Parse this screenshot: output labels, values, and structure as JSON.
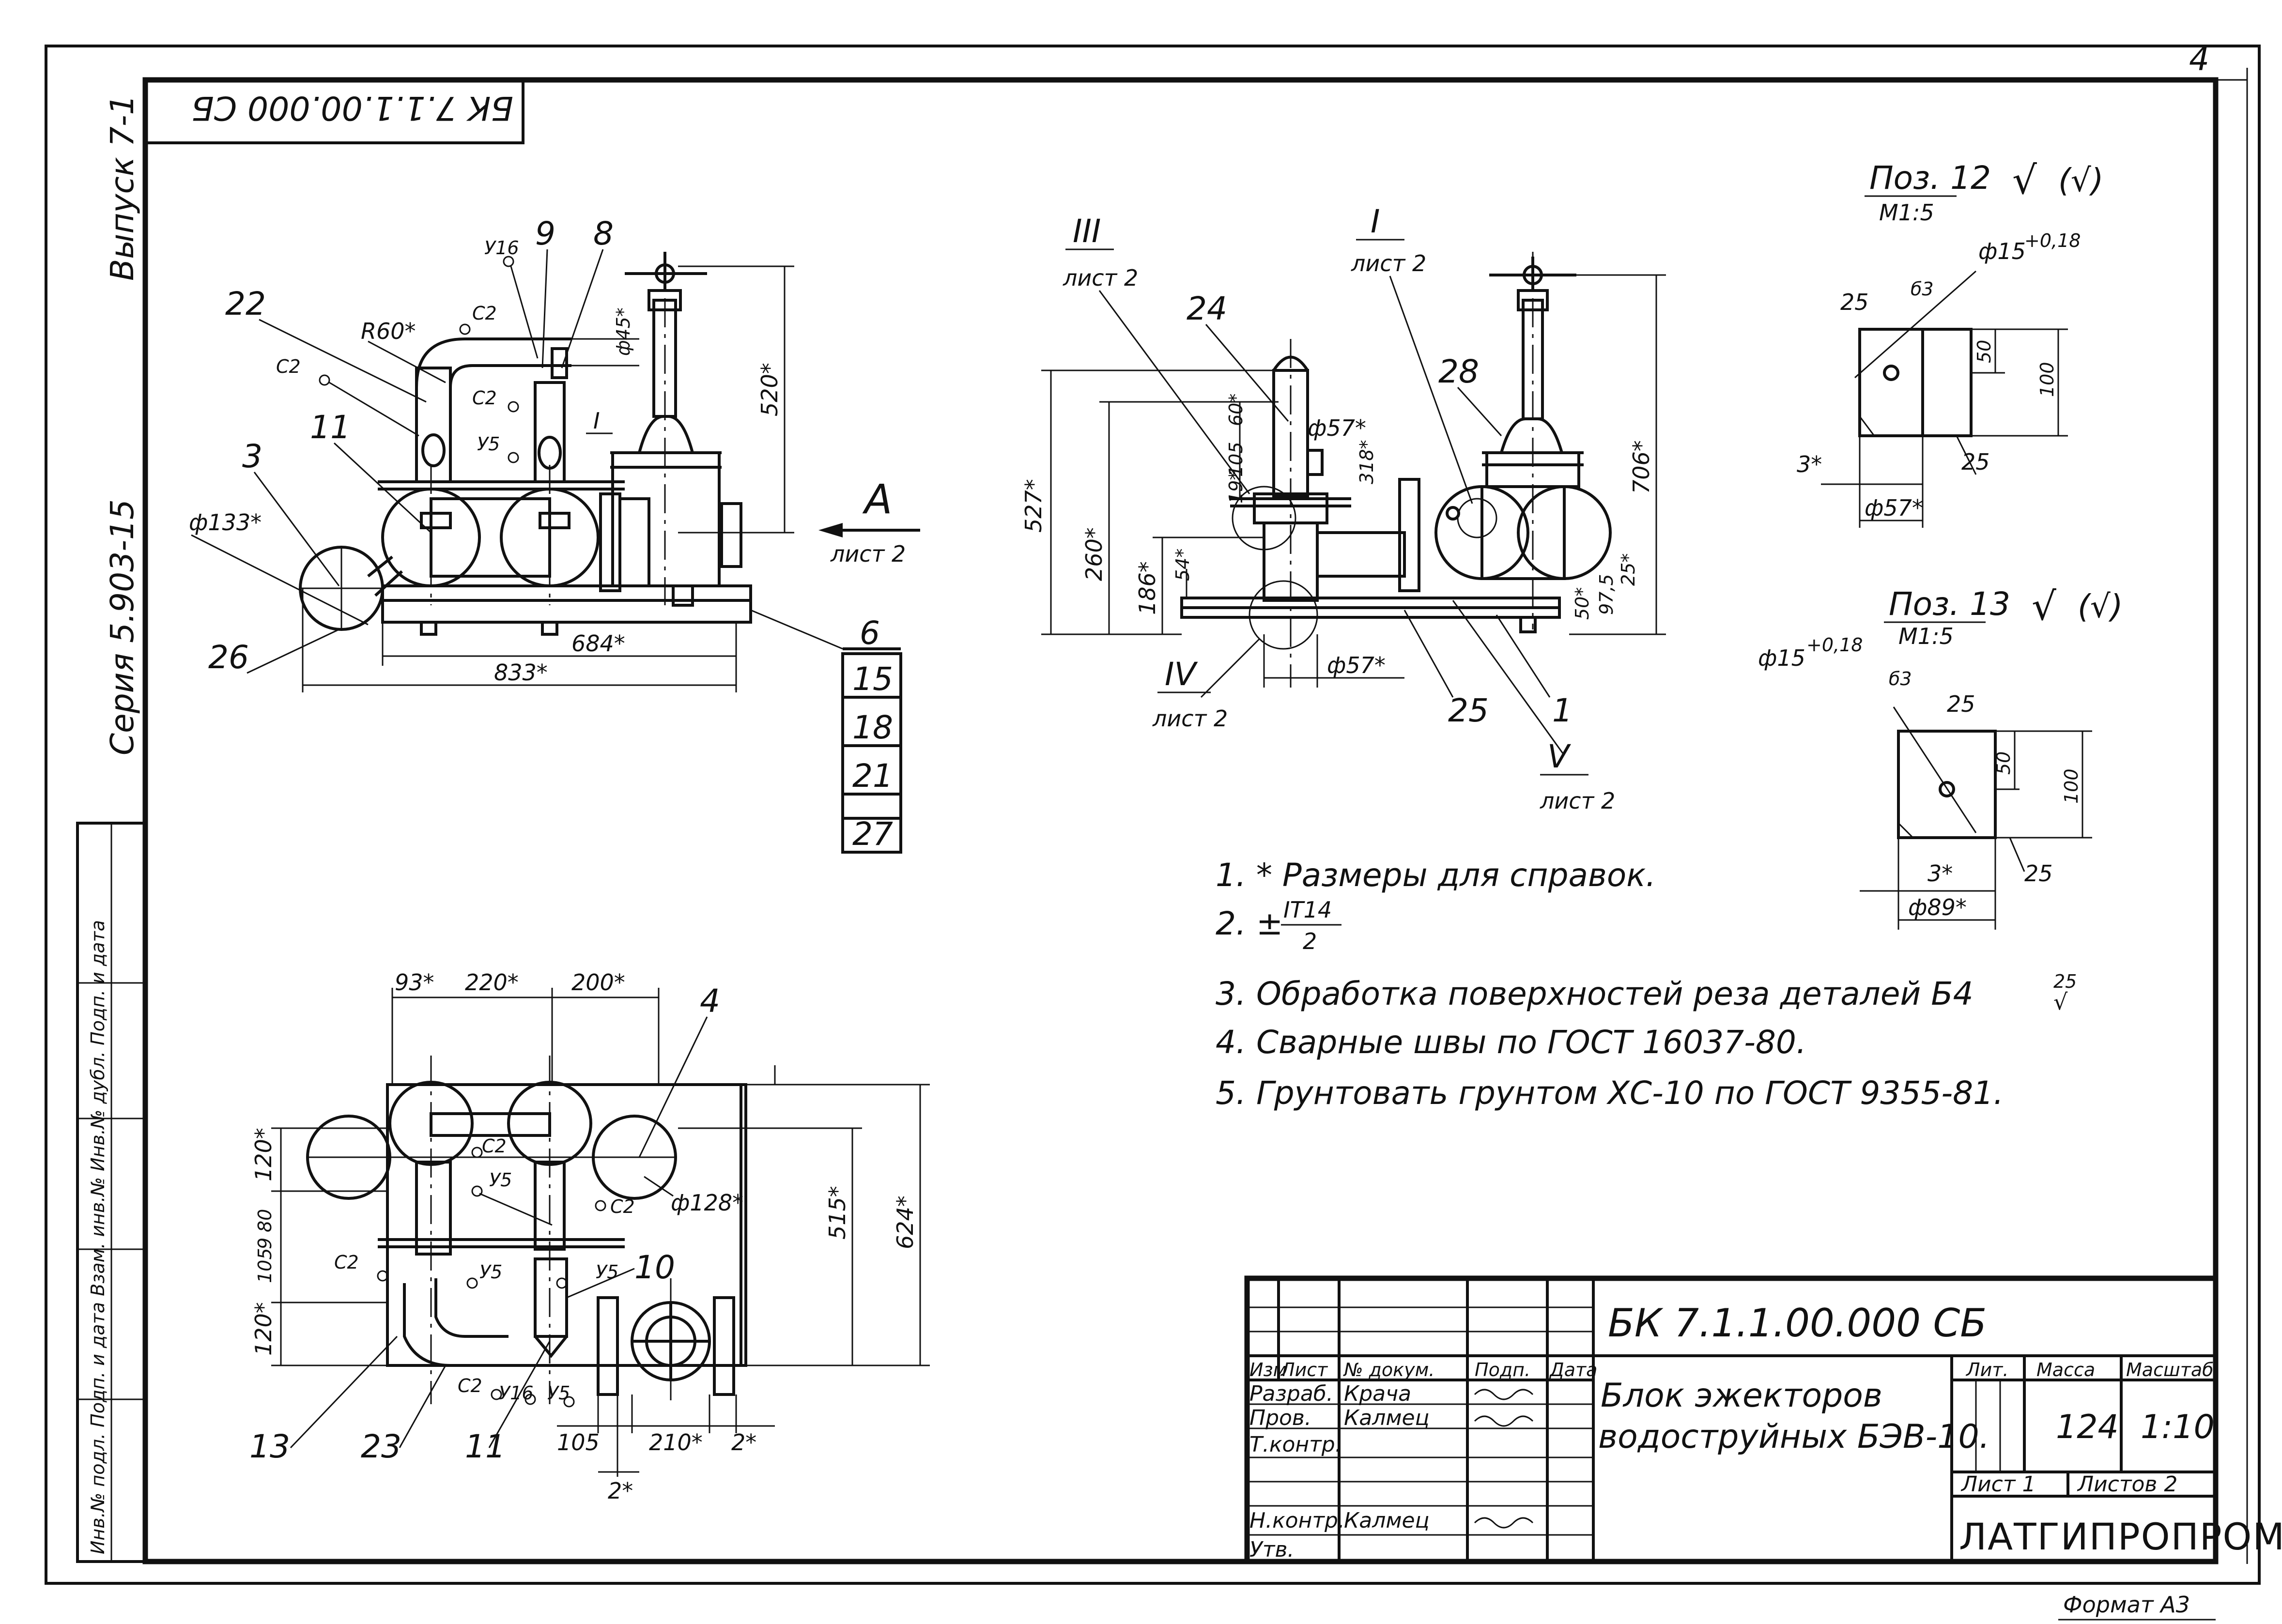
{
  "frame": {
    "sheet_mark": "4",
    "code_inverted": "БК 7.1.1.00.000 СБ",
    "vypusk": "Выпуск 7-1",
    "seriya": "Серия 5.903-15",
    "side_stamp": "Инв.№ подл. Подп. и дата Взам. инв.№ Инв.№ дубл. Подп. и дата",
    "format": "Формат А3"
  },
  "front_view": {
    "positions": [
      "22",
      "3",
      "11",
      "26",
      "9",
      "8",
      "6",
      "15",
      "18",
      "21",
      "27"
    ],
    "welds": [
      "У16",
      "С2",
      "С2",
      "С2",
      "У5"
    ],
    "dims": {
      "r60": "R60*",
      "d45": "ф45*",
      "d133": "ф133*",
      "h520": "520*",
      "w684": "684*",
      "w833": "833*"
    },
    "ref_I": "I"
  },
  "section_A": {
    "letter": "A",
    "sheet_ref": "лист 2"
  },
  "side_view": {
    "callouts": [
      {
        "roman": "III",
        "sheet": "лист 2"
      },
      {
        "roman": "I",
        "sheet": "лист 2"
      },
      {
        "roman": "IV",
        "sheet": "лист 2"
      },
      {
        "roman": "V",
        "sheet": "лист 2"
      }
    ],
    "positions": [
      "24",
      "28",
      "25",
      "1"
    ],
    "dims": {
      "h527": "527*",
      "h260": "260*",
      "h186": "186*",
      "h54": "54*",
      "v105": "105",
      "v60": "60*",
      "v19": "19*",
      "d57a": "ф57*",
      "d57b": "ф57*",
      "h318": "318*",
      "h706": "706*",
      "v50": "50*",
      "v975": "97,5",
      "v25": "25*"
    }
  },
  "plan_view": {
    "positions": [
      "4",
      "10",
      "13",
      "23",
      "11"
    ],
    "welds": [
      "С2",
      "У5",
      "С2",
      "С2",
      "У5",
      "У5",
      "С2",
      "У16",
      "У5"
    ],
    "dims": {
      "w93": "93*",
      "w220": "220*",
      "w200": "200*",
      "h120a": "120*",
      "h80": "80",
      "h9": "9",
      "h105": "105",
      "h120b": "120*",
      "d128": "ф128*",
      "h515": "515*",
      "h624": "624*",
      "w105": "105",
      "w210": "210*",
      "w2a": "2*",
      "w2b": "2*"
    }
  },
  "details": [
    {
      "title": "Поз. 12",
      "scale": "М1:5",
      "rough": "(√)",
      "hole": "ф15",
      "tol": "+0,18",
      "weld": "б3",
      "d25": "25",
      "d50": "50",
      "d100": "100",
      "d3": "3*",
      "dbase": "ф57*",
      "r25": "25"
    },
    {
      "title": "Поз. 13",
      "scale": "М1:5",
      "rough": "(√)",
      "hole": "ф15",
      "tol": "+0,18",
      "weld": "б3",
      "d25": "25",
      "d50": "50",
      "d100": "100",
      "d3": "3*",
      "dbase": "ф89*",
      "r25": "25"
    }
  ],
  "notes": {
    "n1": "1. * Размеры для справок.",
    "n2_prefix": "2. ±",
    "n2_num": "IT14",
    "n2_den": "2",
    "n3": "3. Обработка поверхностей реза деталей Б4",
    "n3_sup": "25",
    "n4": "4. Сварные швы по ГОСТ 16037-80.",
    "n5": "5. Грунтовать грунтом ХС-10 по ГОСТ 9355-81."
  },
  "title_block": {
    "code": "БК 7.1.1.00.000 СБ",
    "name_line1": "Блок эжекторов",
    "name_line2": "водоструйных БЭВ-10.",
    "headers": [
      "Изм",
      "Лист",
      "№ докум.",
      "Подп.",
      "Дата"
    ],
    "roles": [
      {
        "role": "Разраб.",
        "name": "Крача"
      },
      {
        "role": "Пров.",
        "name": "Калмец"
      },
      {
        "role": "Т.контр.",
        "name": ""
      },
      {
        "role": "",
        "name": ""
      },
      {
        "role": "Н.контр.",
        "name": "Калмец"
      },
      {
        "role": "Утв.",
        "name": ""
      }
    ],
    "lit_label": "Лит.",
    "mass_label": "Масса",
    "scale_label": "Масштаб",
    "mass": "124",
    "scale": "1:10",
    "sheet_label": "Лист 1",
    "sheets_label": "Листов 2",
    "org": "ЛАТГИПРОПРОМ"
  }
}
